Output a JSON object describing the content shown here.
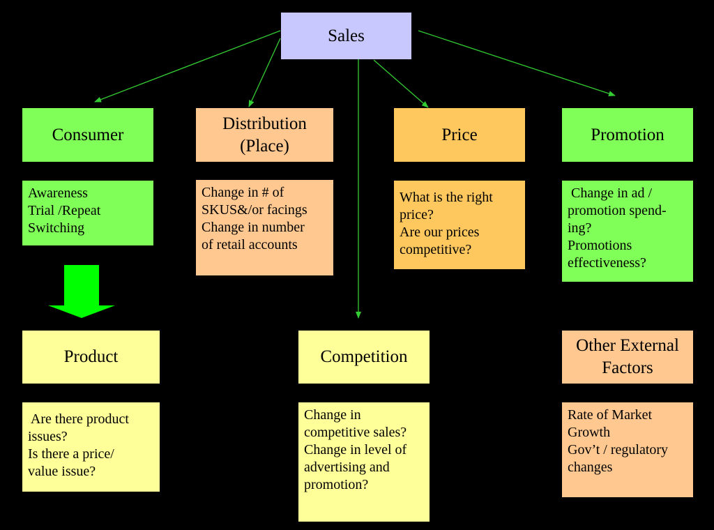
{
  "colors": {
    "background": "#000000",
    "green": "#80ff58",
    "peach": "#ffc891",
    "orange": "#ffc85f",
    "yellow": "#ffff99",
    "lavender": "#c8c8ff",
    "connector": "#33cc33",
    "block_arrow": "#00ff00"
  },
  "root": {
    "label": "Sales"
  },
  "categories": {
    "consumer": {
      "title": [
        "Consumer"
      ],
      "details": [
        "Awareness",
        "Trial /Repeat",
        "Switching"
      ]
    },
    "distribution": {
      "title": [
        "Distribution",
        "(Place)"
      ],
      "details": [
        "Change in # of",
        "SKUS&/or facings",
        "Change in number",
        "of retail accounts"
      ]
    },
    "price": {
      "title": [
        "Price"
      ],
      "details": [
        "What is the right",
        "price?",
        "Are our prices",
        "competitive?"
      ]
    },
    "promotion": {
      "title": [
        "Promotion"
      ],
      "details": [
        " Change in ad /",
        "promotion spend-",
        "ing?",
        "Promotions",
        "effectiveness?"
      ]
    },
    "product": {
      "title": [
        "Product"
      ],
      "details": [
        " Are there product",
        "issues?",
        "Is there a price/",
        "value issue?"
      ]
    },
    "competition": {
      "title": [
        "Competition"
      ],
      "details": [
        "Change in",
        "competitive sales?",
        "Change in level of",
        "advertising and",
        "promotion?"
      ]
    },
    "external": {
      "title": [
        "Other External",
        "Factors"
      ],
      "details": [
        "Rate of Market",
        "Growth",
        "Gov’t / regulatory",
        "changes"
      ]
    }
  }
}
